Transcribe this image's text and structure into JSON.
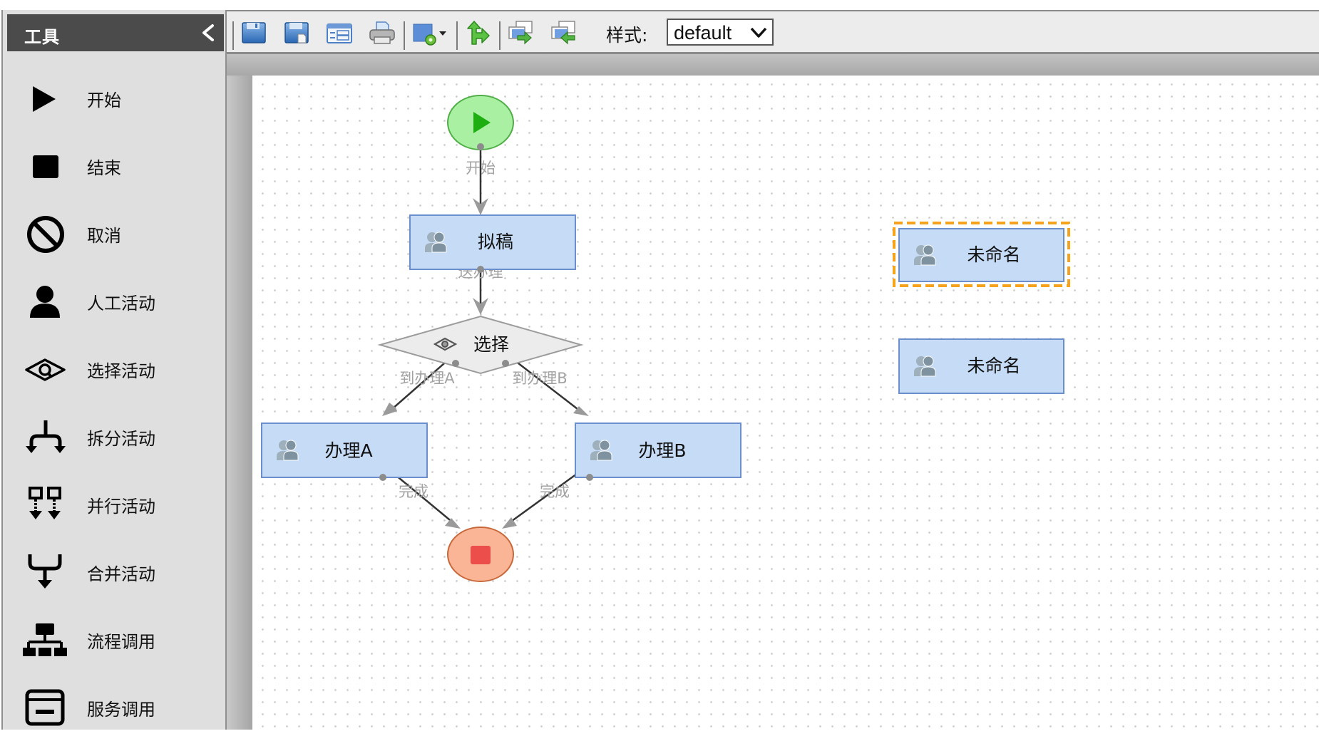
{
  "sidebar": {
    "title": "工具",
    "collapse_icon": "chevron-left-icon",
    "items": [
      {
        "label": "开始",
        "icon": "play-icon"
      },
      {
        "label": "结束",
        "icon": "stop-icon"
      },
      {
        "label": "取消",
        "icon": "cancel-icon"
      },
      {
        "label": "人工活动",
        "icon": "user-icon"
      },
      {
        "label": "选择活动",
        "icon": "choice-icon"
      },
      {
        "label": "拆分活动",
        "icon": "split-icon"
      },
      {
        "label": "并行活动",
        "icon": "parallel-icon"
      },
      {
        "label": "合并活动",
        "icon": "merge-icon"
      },
      {
        "label": "流程调用",
        "icon": "process-call-icon"
      },
      {
        "label": "服务调用",
        "icon": "service-call-icon"
      }
    ]
  },
  "toolbar": {
    "buttons": [
      {
        "icon": "save-icon"
      },
      {
        "icon": "save-as-icon"
      },
      {
        "icon": "properties-icon"
      },
      {
        "icon": "print-icon"
      },
      {
        "icon": "add-shape-dropdown-icon"
      },
      {
        "icon": "route-icon"
      },
      {
        "icon": "export-icon"
      },
      {
        "icon": "import-icon"
      }
    ],
    "style_label": "样式:",
    "style_value": "default"
  },
  "diagram": {
    "colors": {
      "task_fill": "#c6dbf6",
      "task_stroke": "#6a8fcc",
      "start_fill": "#a9f0a3",
      "start_stroke": "#4fae46",
      "start_glyph": "#1fae12",
      "end_fill": "#f9b595",
      "end_stroke": "#c7683a",
      "end_glyph": "#ec4f4b",
      "decision_fill": "#ececec",
      "decision_stroke": "#9c9c9c",
      "edge": "#333333",
      "arrowhead": "#9a9a9a",
      "selection": "#f5a21c"
    },
    "nodes": [
      {
        "id": "start",
        "type": "start"
      },
      {
        "id": "draft",
        "type": "task",
        "label": "拟稿"
      },
      {
        "id": "choose",
        "type": "decision",
        "label": "选择"
      },
      {
        "id": "handleA",
        "type": "task",
        "label": "办理A"
      },
      {
        "id": "handleB",
        "type": "task",
        "label": "办理B"
      },
      {
        "id": "end",
        "type": "end"
      },
      {
        "id": "unnamed1",
        "type": "task",
        "label": "未命名",
        "selected": true
      },
      {
        "id": "unnamed2",
        "type": "task",
        "label": "未命名"
      }
    ],
    "edges": [
      {
        "from": "start",
        "to": "draft",
        "label": "开始"
      },
      {
        "from": "draft",
        "to": "choose",
        "label": "送办理"
      },
      {
        "from": "choose",
        "to": "handleA",
        "label": "到办理A"
      },
      {
        "from": "choose",
        "to": "handleB",
        "label": "到办理B"
      },
      {
        "from": "handleA",
        "to": "end",
        "label": "完成"
      },
      {
        "from": "handleB",
        "to": "end",
        "label": "完成"
      }
    ]
  }
}
